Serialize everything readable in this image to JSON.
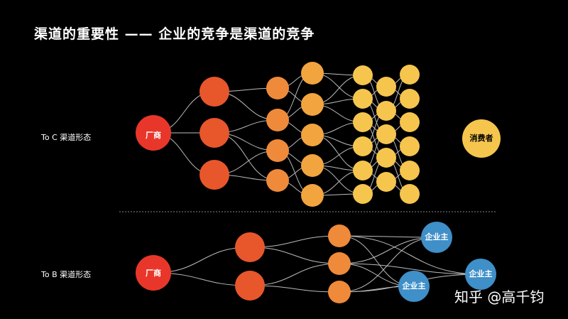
{
  "title": "渠道的重要性 —— 企业的竞争是渠道的竞争",
  "toc": {
    "label": "To C 渠道形态",
    "manufacturer": "厂商",
    "consumer": "消费者"
  },
  "tob": {
    "label": "To B 渠道形态",
    "manufacturer": "厂商",
    "client": "企业主"
  },
  "watermark": "知乎 @高千钧",
  "colors": {
    "background": "#000000",
    "manufacturer": "#e8372a",
    "tier1": "#e8562c",
    "tier2": "#ef8a3a",
    "tier3": "#f2a43e",
    "tier4": "#f5c54e",
    "consumer": "#f5c54e",
    "client": "#3f8fc8",
    "line": "#bbbbbb",
    "divider": "#888888"
  }
}
